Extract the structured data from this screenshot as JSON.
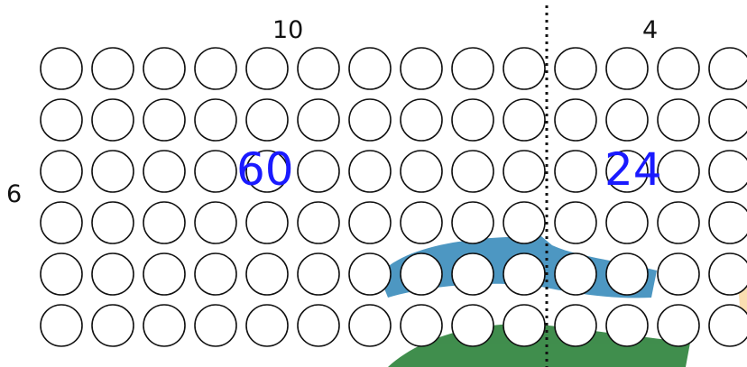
{
  "array": {
    "rows": 6,
    "left_columns": 10,
    "right_columns": 4
  },
  "labels": {
    "left_width": "10",
    "right_width": "4",
    "height": "6",
    "left_product": "60",
    "right_product": "24"
  },
  "colors": {
    "product_text": "#1a1aff",
    "circle_stroke": "#111111",
    "divider": "#111111",
    "watermark_blue": "#2f86b8",
    "watermark_green": "#1f7a2e"
  }
}
